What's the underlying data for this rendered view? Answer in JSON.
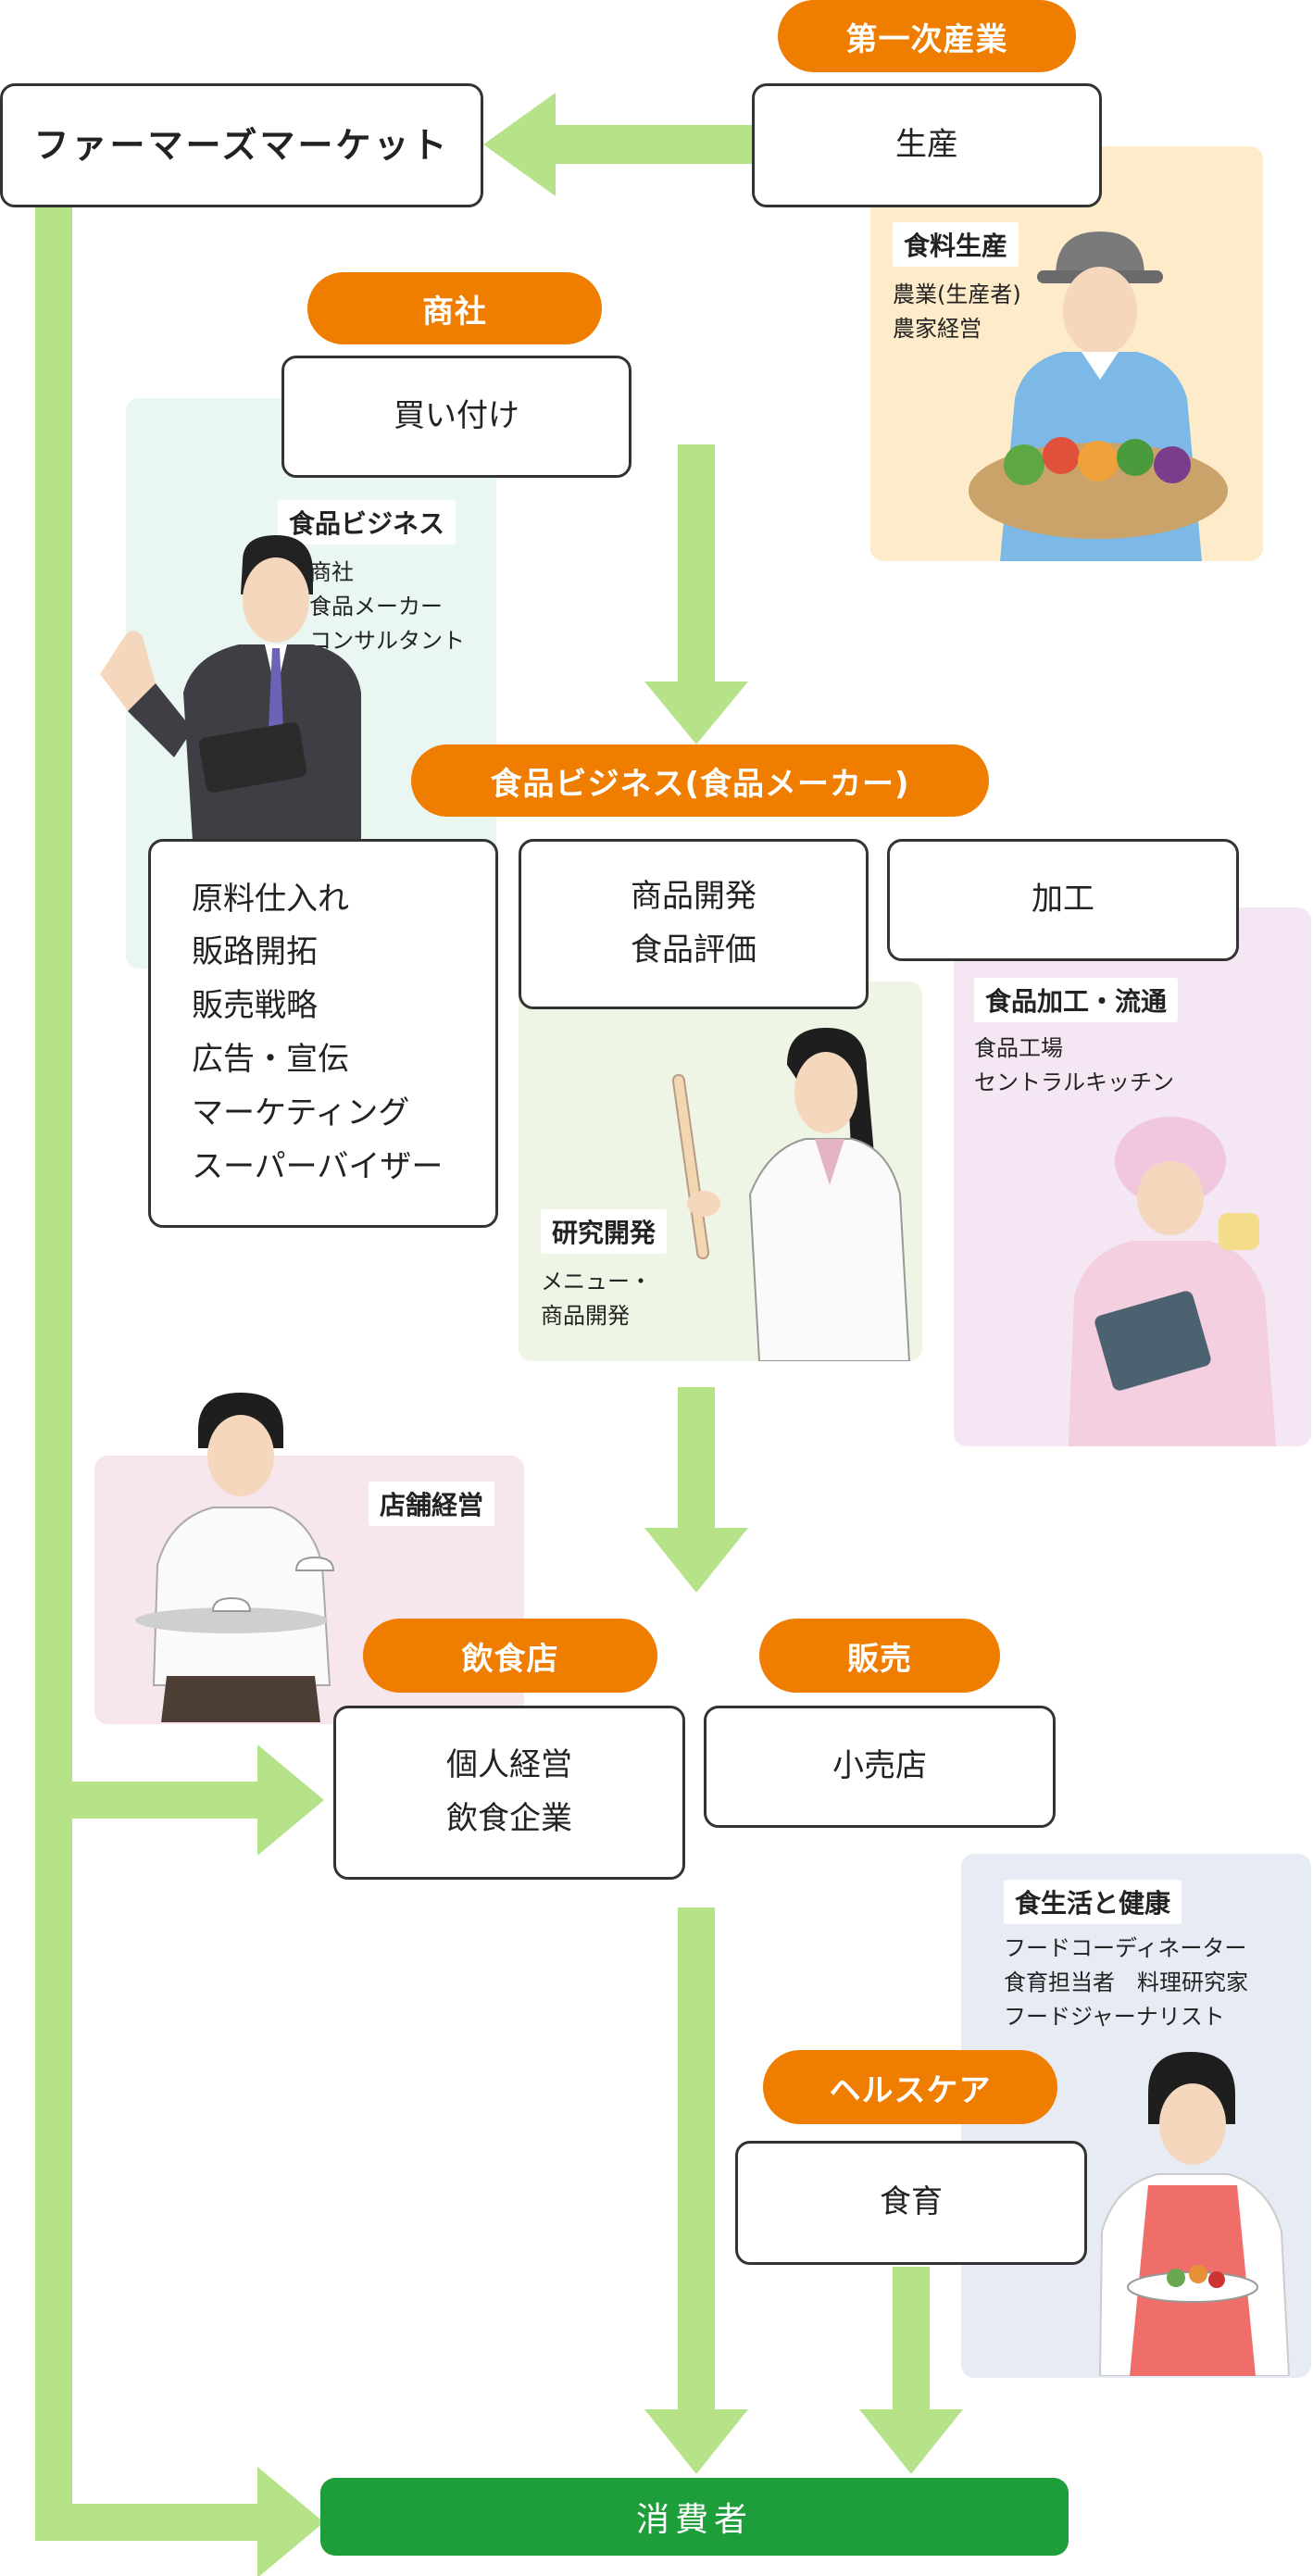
{
  "colors": {
    "accent_orange": "#ee7d00",
    "arrow_green": "#b6e38a",
    "consumer_green": "#1e9e3a",
    "panel_peach": "#fdebc9",
    "panel_mint": "#e9f6f1",
    "panel_sage": "#eef5e4",
    "panel_lavender": "#f4e6f3",
    "panel_pink": "#f7e6ee",
    "panel_blue": "#e7ebf4"
  },
  "sections": {
    "primary": {
      "pill": "第一次産業",
      "box": "生産"
    },
    "farmers_market": {
      "box": "ファーマーズマーケット"
    },
    "trading": {
      "pill": "商社",
      "box": "買い付け"
    },
    "food_business": {
      "pill": "食品ビジネス(食品メーカー)",
      "list": [
        "原料仕入れ",
        "販路開拓",
        "販売戦略",
        "広告・宣伝",
        "マーケティング",
        "スーパーバイザー"
      ],
      "dev": [
        "商品開発",
        "食品評価"
      ],
      "process": "加工"
    },
    "restaurant": {
      "pill": "飲食店",
      "lines": [
        "個人経営",
        "飲食企業"
      ]
    },
    "sales": {
      "pill": "販売",
      "box": "小売店"
    },
    "healthcare": {
      "pill": "ヘルスケア",
      "box": "食育"
    },
    "consumer": "消費者"
  },
  "cards": {
    "food_production": {
      "tag": "食料生産",
      "lines": [
        "農業(生産者)",
        "農家経営"
      ],
      "icon": "farmer-with-vegetable-basket"
    },
    "food_business": {
      "tag": "食品ビジネス",
      "lines": [
        "商社",
        "食品メーカー",
        "コンサルタント"
      ],
      "icon": "businessman-with-tablet"
    },
    "rnd": {
      "tag": "研究開発",
      "lines": [
        "メニュー・",
        "商品開発"
      ],
      "icon": "researcher-with-test-tube"
    },
    "processing": {
      "tag": "食品加工・流通",
      "lines": [
        "食品工場",
        "セントラルキッチン"
      ],
      "icon": "factory-worker-with-clipboard"
    },
    "store_management": {
      "tag": "店舗経営",
      "icon": "waiter-with-tray"
    },
    "diet_health": {
      "tag": "食生活と健康",
      "lines": [
        "フードコーディネーター",
        "食育担当者　料理研究家",
        "フードジャーナリスト"
      ],
      "icon": "woman-in-apron-with-plate"
    }
  }
}
